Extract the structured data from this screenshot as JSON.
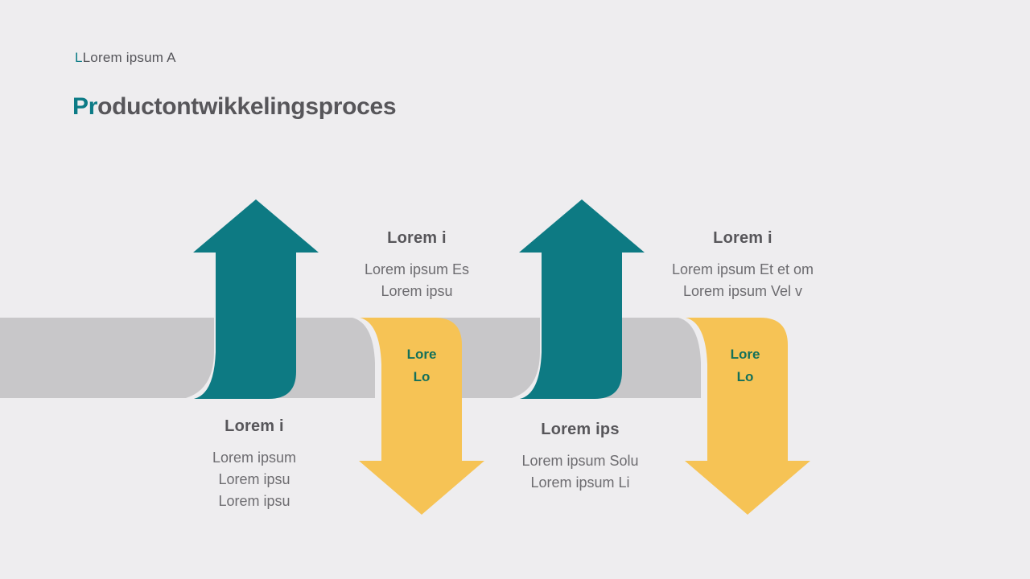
{
  "header": {
    "eyebrow_accent": "L",
    "eyebrow_rest": "Lorem ipsum A",
    "title_accent": "Pr",
    "title_rest": "oductontwikkelingsproces"
  },
  "colors": {
    "teal": "#0d7a83",
    "yellow": "#f6c355",
    "band": "#c8c7c9",
    "background": "#eeedef",
    "heading_text": "#57565a",
    "body_text": "#6d6c70",
    "arrow_label_text": "#14705a",
    "title_accent": "#0c7b86"
  },
  "stages": [
    {
      "side": "bottom",
      "heading": "Lorem i",
      "lines": [
        "Lorem ipsum",
        "Lorem ipsu",
        "Lorem ipsu"
      ]
    },
    {
      "side": "top",
      "heading": "Lorem i",
      "lines": [
        "Lorem ipsum Es",
        "Lorem ipsu"
      ]
    },
    {
      "side": "bottom",
      "heading": "Lorem ips",
      "lines": [
        "Lorem ipsum Solu",
        "Lorem ipsum Li"
      ]
    },
    {
      "side": "top",
      "heading": "Lorem i",
      "lines": [
        "Lorem ipsum Et et om",
        "Lorem ipsum Vel v"
      ]
    }
  ],
  "arrow_labels": [
    {
      "line1": "Lore",
      "line2": "Lo"
    },
    {
      "line1": "Lore",
      "line2": "Lo"
    }
  ]
}
